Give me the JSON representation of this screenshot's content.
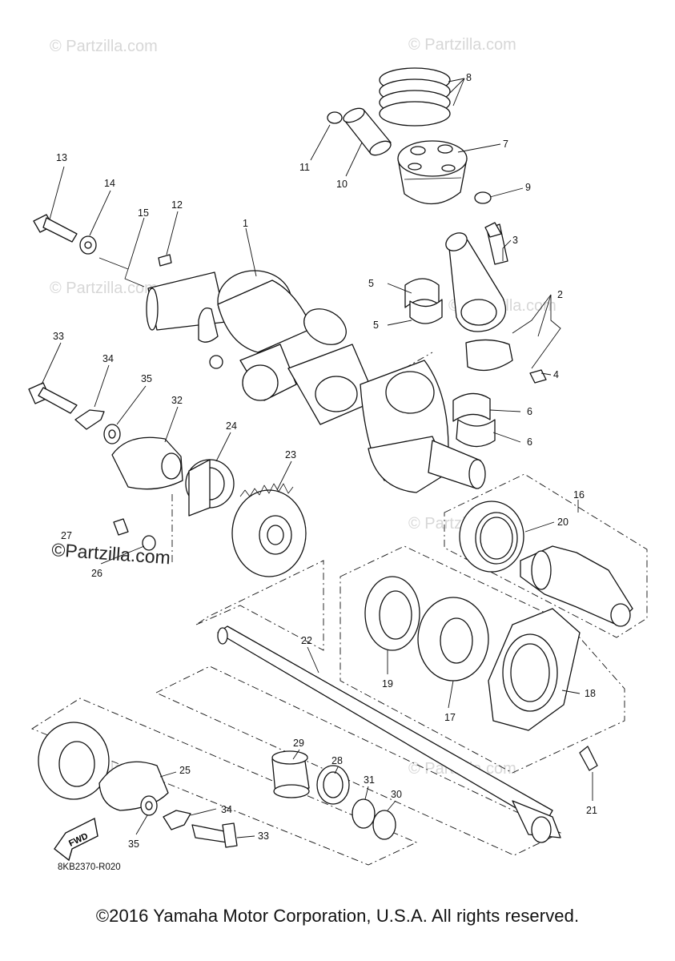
{
  "watermark": "© Partzilla.com",
  "watermark_link": "©Partzilla.com",
  "diagram_code": "8KB2370-R020",
  "fwd_label": "FWD",
  "copyright": "©2016 Yamaha Motor Corporation, U.S.A. All rights reserved.",
  "callouts": {
    "n1": "1",
    "n2": "2",
    "n3": "3",
    "n4": "4",
    "n5a": "5",
    "n5b": "5",
    "n6a": "6",
    "n6b": "6",
    "n7": "7",
    "n8": "8",
    "n9": "9",
    "n10": "10",
    "n11": "11",
    "n12": "12",
    "n13": "13",
    "n14": "14",
    "n15": "15",
    "n16": "16",
    "n17": "17",
    "n18": "18",
    "n19": "19",
    "n20": "20",
    "n21": "21",
    "n22": "22",
    "n23": "23",
    "n24": "24",
    "n25": "25",
    "n26": "26",
    "n27": "27",
    "n28": "28",
    "n29": "29",
    "n30": "30",
    "n31": "31",
    "n32": "32",
    "n33a": "33",
    "n33b": "33",
    "n34a": "34",
    "n34b": "34",
    "n35a": "35",
    "n35b": "35"
  }
}
